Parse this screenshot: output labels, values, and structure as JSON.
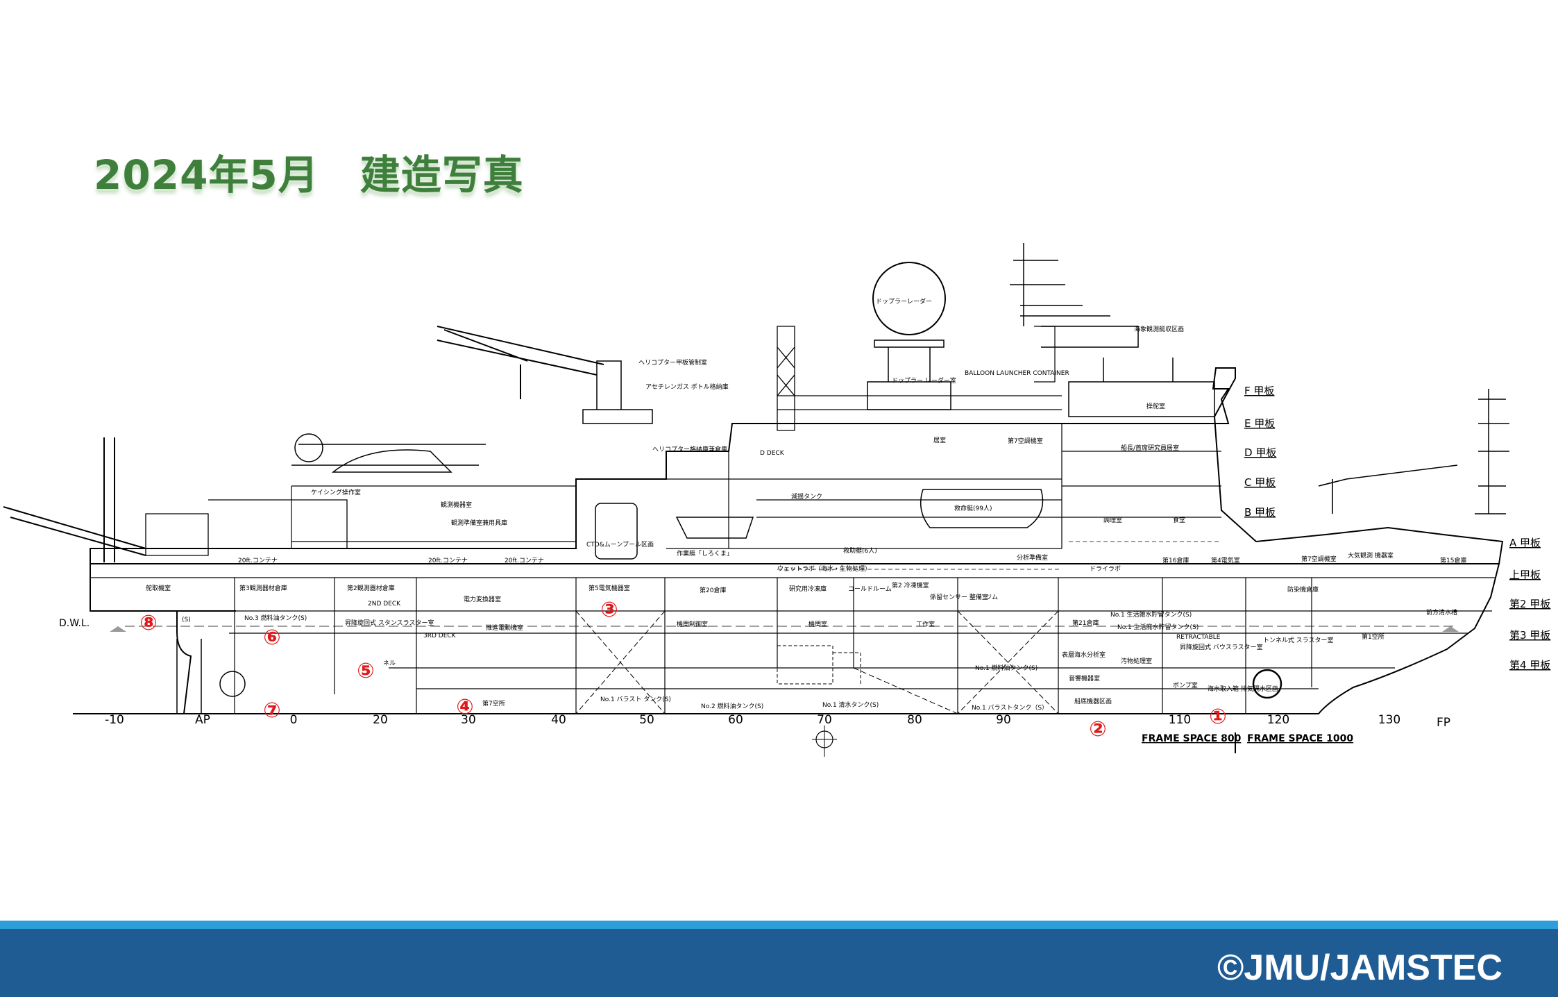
{
  "title": "2024年5月　建造写真",
  "credit": "©JMU/JAMSTEC",
  "colors": {
    "title_green": "#3f7f3c",
    "marker_red": "#e0191a",
    "footer_blue": "#1f5c94",
    "footer_stripe": "#2c9ed9"
  },
  "decks": [
    {
      "label": "F 甲板"
    },
    {
      "label": "E 甲板"
    },
    {
      "label": "D 甲板"
    },
    {
      "label": "C 甲板"
    },
    {
      "label": "B 甲板"
    },
    {
      "label": "A 甲板"
    },
    {
      "label": "上甲板"
    },
    {
      "label": "第2 甲板"
    },
    {
      "label": "第3 甲板"
    },
    {
      "label": "第4 甲板"
    }
  ],
  "frames": [
    {
      "label": "-10"
    },
    {
      "label": "AP"
    },
    {
      "label": "0"
    },
    {
      "label": "20"
    },
    {
      "label": "30"
    },
    {
      "label": "40"
    },
    {
      "label": "50"
    },
    {
      "label": "60"
    },
    {
      "label": "70"
    },
    {
      "label": "80"
    },
    {
      "label": "90"
    },
    {
      "label": "110"
    },
    {
      "label": "120"
    },
    {
      "label": "130"
    },
    {
      "label": "FP"
    }
  ],
  "frame_space": {
    "aft": "FRAME SPACE 800",
    "fwd": "FRAME SPACE 1000"
  },
  "markers": [
    {
      "label": "①"
    },
    {
      "label": "②"
    },
    {
      "label": "③"
    },
    {
      "label": "④"
    },
    {
      "label": "⑤"
    },
    {
      "label": "⑥"
    },
    {
      "label": "⑦"
    },
    {
      "label": "⑧"
    }
  ],
  "dwl": "D.W.L.",
  "rooms": [
    {
      "label": "ドップラーレーダー"
    },
    {
      "label": "ドップラー レーダー室"
    },
    {
      "label": "BALLOON LAUNCHER CONTAINER"
    },
    {
      "label": "海象観測艇収区画"
    },
    {
      "label": "ヘリコプター甲板管制室"
    },
    {
      "label": "アセチレンガス ボトル格納庫"
    },
    {
      "label": "ヘリコプター格納庫兼倉庫"
    },
    {
      "label": "操舵室"
    },
    {
      "label": "船長/首席研究員居室"
    },
    {
      "label": "居室"
    },
    {
      "label": "第7空調機室"
    },
    {
      "label": "D DECK"
    },
    {
      "label": "減揺タンク"
    },
    {
      "label": "救命艇(99人)"
    },
    {
      "label": "救助艇(6人)"
    },
    {
      "label": "作業艇「しろくま」"
    },
    {
      "label": "CTD&ムーンプール区画"
    },
    {
      "label": "ウェットラボ（海水・生物処理）"
    },
    {
      "label": "分析準備室"
    },
    {
      "label": "ドライラボ"
    },
    {
      "label": "第16倉庫"
    },
    {
      "label": "第4電気室"
    },
    {
      "label": "食堂"
    },
    {
      "label": "調理室"
    },
    {
      "label": "第7空調機室"
    },
    {
      "label": "大気観測 機器室"
    },
    {
      "label": "第15倉庫"
    },
    {
      "label": "ケイシング操作室"
    },
    {
      "label": "観測機器室"
    },
    {
      "label": "観測準備室兼用具庫"
    },
    {
      "label": "20ft.コンテナ"
    },
    {
      "label": "20ft.コンテナ"
    },
    {
      "label": "20ft.コンテナ"
    },
    {
      "label": "舵取機室"
    },
    {
      "label": "第3観測器材倉庫"
    },
    {
      "label": "第2観測器材倉庫"
    },
    {
      "label": "電力変換器室"
    },
    {
      "label": "第5電気機器室"
    },
    {
      "label": "第20倉庫"
    },
    {
      "label": "研究用冷凍庫"
    },
    {
      "label": "コールドルーム"
    },
    {
      "label": "第2 冷凍機室"
    },
    {
      "label": "係留センサー 整備室"
    },
    {
      "label": "ジム"
    },
    {
      "label": "防染機倉庫"
    },
    {
      "label": "前方清水槽"
    },
    {
      "label": "2ND DECK"
    },
    {
      "label": "3RD DECK"
    },
    {
      "label": "昇降旋回式 スタンスラスター室"
    },
    {
      "label": "推進電動機室"
    },
    {
      "label": "機関制御室"
    },
    {
      "label": "機関室"
    },
    {
      "label": "工作室"
    },
    {
      "label": "第21倉庫"
    },
    {
      "label": "表層海水分析室"
    },
    {
      "label": "汚物処理室"
    },
    {
      "label": "RETRACTABLE"
    },
    {
      "label": "昇降旋回式 バウスラスター室"
    },
    {
      "label": "トンネル式 スラスター室"
    },
    {
      "label": "第1空所"
    },
    {
      "label": "音響機器室"
    },
    {
      "label": "ポンプ室"
    },
    {
      "label": "船底機器区画"
    },
    {
      "label": "海水取入箱 排気隔水区画"
    },
    {
      "label": "No.3 燃料油タンク(S)"
    },
    {
      "label": "No.1 燃料油タンク(S)"
    },
    {
      "label": "No.2 燃料油タンク(S)"
    },
    {
      "label": "No.1 清水タンク(S)"
    },
    {
      "label": "No.1 バラストタンク（S）"
    },
    {
      "label": "No.1 バラスト タンク(S)"
    },
    {
      "label": "No.1 生活雑水貯留タンク(S)"
    },
    {
      "label": "No.1 生活廃水貯留タンク(S)"
    },
    {
      "label": "第7空所"
    },
    {
      "label": "(S)"
    },
    {
      "label": "ネル"
    }
  ]
}
